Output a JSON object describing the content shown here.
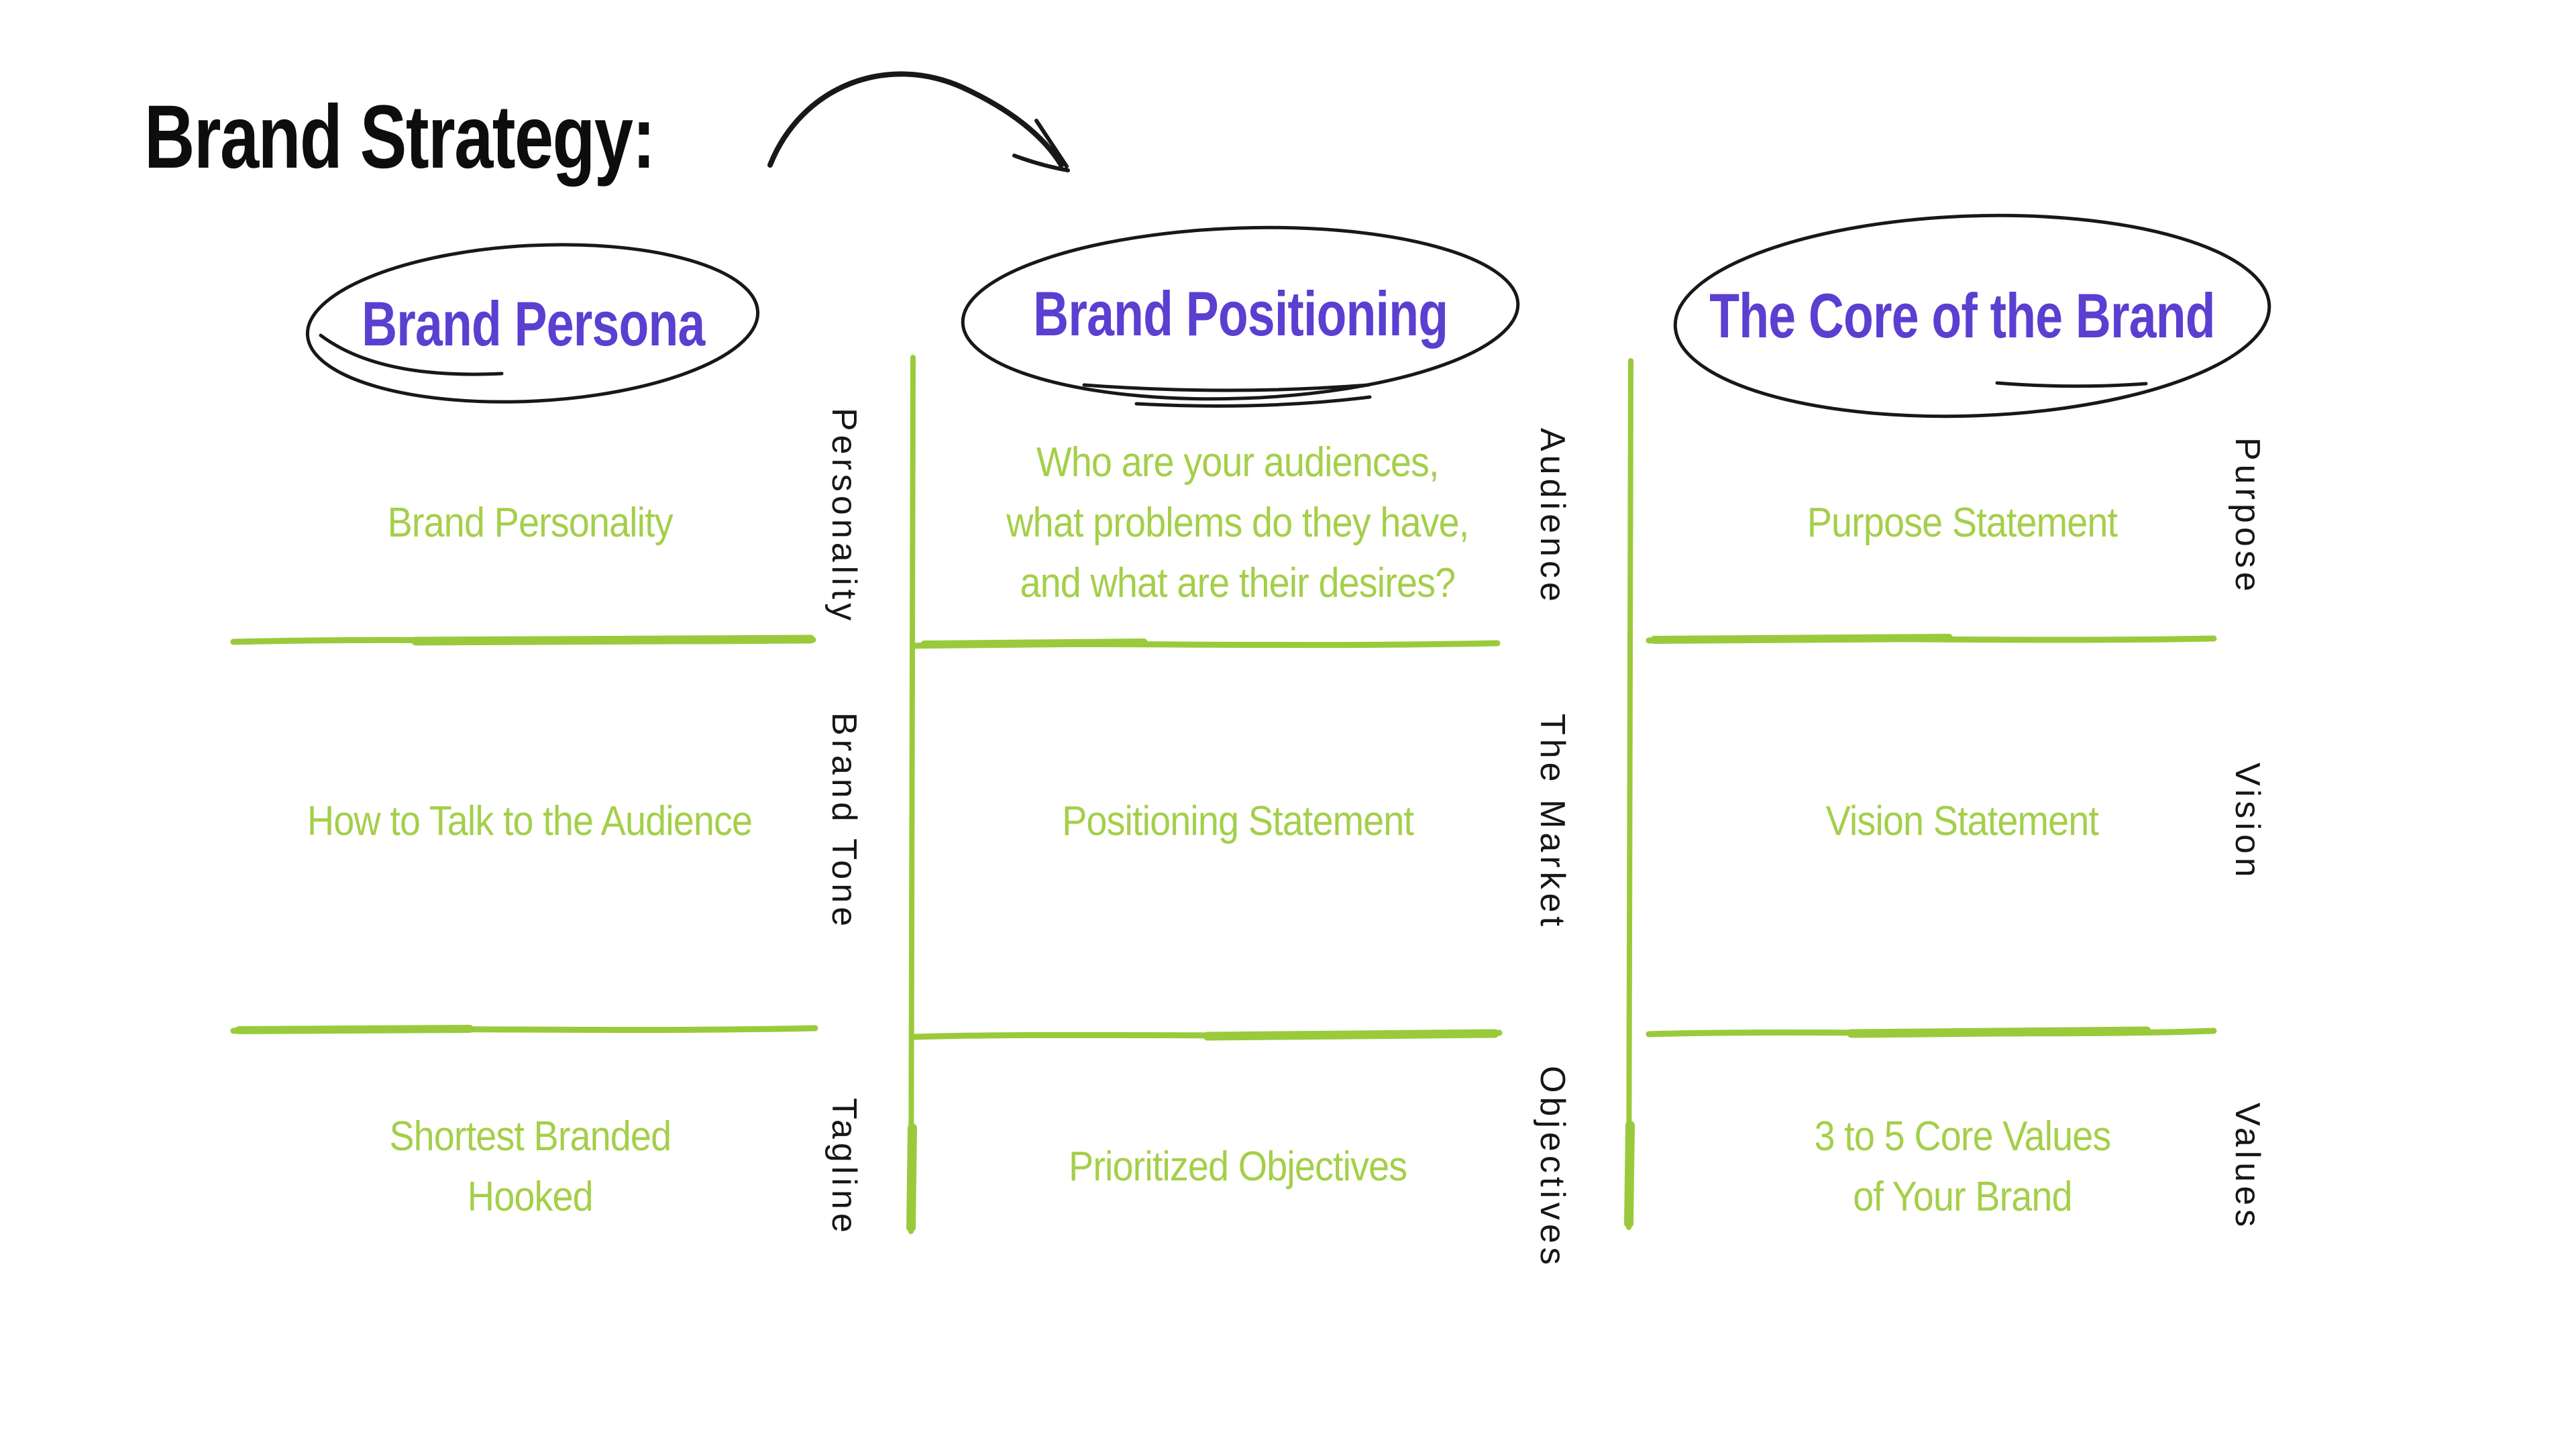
{
  "title": "Brand Strategy:",
  "colors": {
    "heading_purple": "#5a3fd1",
    "text_green": "#a4cf4a",
    "line_green": "#9aca3c",
    "ink": "#181818"
  },
  "decorations": {
    "arrow_icon": "hand-drawn-curved-arrow-right",
    "header_circles": "hand-drawn-ellipse-around-each-column-header"
  },
  "columns": [
    {
      "header": "Brand Persona",
      "rows": [
        {
          "lines": [
            "Brand Personality"
          ],
          "side_label": "Personality"
        },
        {
          "lines": [
            "How to Talk to the Audience"
          ],
          "side_label": "Brand Tone"
        },
        {
          "lines": [
            "Shortest Branded",
            "Hooked"
          ],
          "side_label": "Tagline"
        }
      ]
    },
    {
      "header": "Brand Positioning",
      "rows": [
        {
          "lines": [
            "Who are your audiences,",
            "what problems do they have,",
            "and what are their desires?"
          ],
          "side_label": "Audience"
        },
        {
          "lines": [
            "Positioning Statement"
          ],
          "side_label": "The Market"
        },
        {
          "lines": [
            "Prioritized Objectives"
          ],
          "side_label": "Objectives"
        }
      ]
    },
    {
      "header": "The Core of the Brand",
      "rows": [
        {
          "lines": [
            "Purpose Statement"
          ],
          "side_label": "Purpose"
        },
        {
          "lines": [
            "Vision Statement"
          ],
          "side_label": "Vision"
        },
        {
          "lines": [
            "3 to 5 Core Values",
            "of Your Brand"
          ],
          "side_label": "Values"
        }
      ]
    }
  ]
}
